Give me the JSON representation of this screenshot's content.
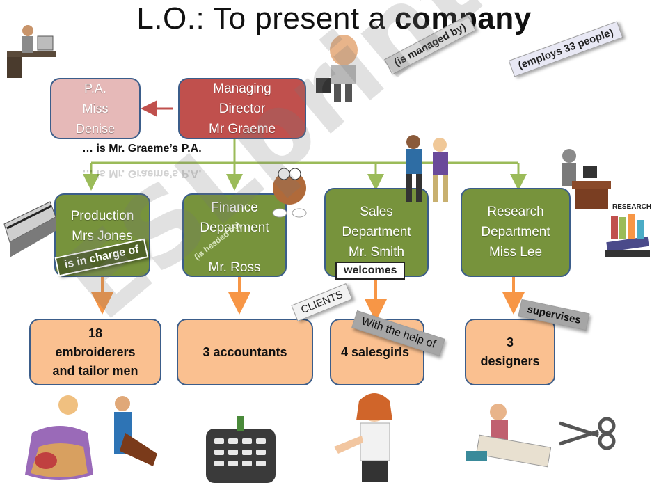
{
  "title": {
    "prefix": "L.O.: To present a ",
    "bold": "company"
  },
  "top": {
    "pa": [
      "P.A.",
      "Miss",
      "Denise"
    ],
    "md": [
      "Managing",
      "Director",
      "Mr Graeme"
    ],
    "pa_caption": "… is Mr. Graeme’s P.A.",
    "pa_caption_reflection": "… is Mr. Graeme’s P.A."
  },
  "departments": [
    {
      "lines": [
        "Production",
        "Mrs Jones"
      ]
    },
    {
      "lines": [
        "Finance",
        "Department"
      ],
      "head": "Mr. Ross"
    },
    {
      "lines": [
        "Sales",
        "Department",
        "Mr. Smith"
      ]
    },
    {
      "lines": [
        "Research",
        "Department",
        "Miss Lee"
      ]
    }
  ],
  "staff": [
    {
      "lines": [
        "18",
        "embroiderers",
        "and tailor men"
      ]
    },
    {
      "lines": [
        "3 accountants"
      ]
    },
    {
      "lines": [
        "4 salesgirls"
      ]
    },
    {
      "lines": [
        "3",
        "designers"
      ]
    }
  ],
  "tags": {
    "managed_by": "(is managed by)",
    "employs": "(employs 33 people)",
    "in_charge": "is in charge of",
    "headed_by": "(is headed by)",
    "welcomes": "welcomes",
    "clients": "CLIENTS",
    "with_help": "With the help of",
    "supervises": "supervises"
  },
  "research_label": "RESEARCH",
  "watermark": "ESLprintables.com",
  "colors": {
    "green": "#77933c",
    "orange_fill": "#fac090",
    "arrow_orange": "#f79646",
    "arrow_green": "#9bbb59",
    "md_red": "#c0504d",
    "pa_pink": "#e6b9b8",
    "border": "#3b5d8a"
  }
}
